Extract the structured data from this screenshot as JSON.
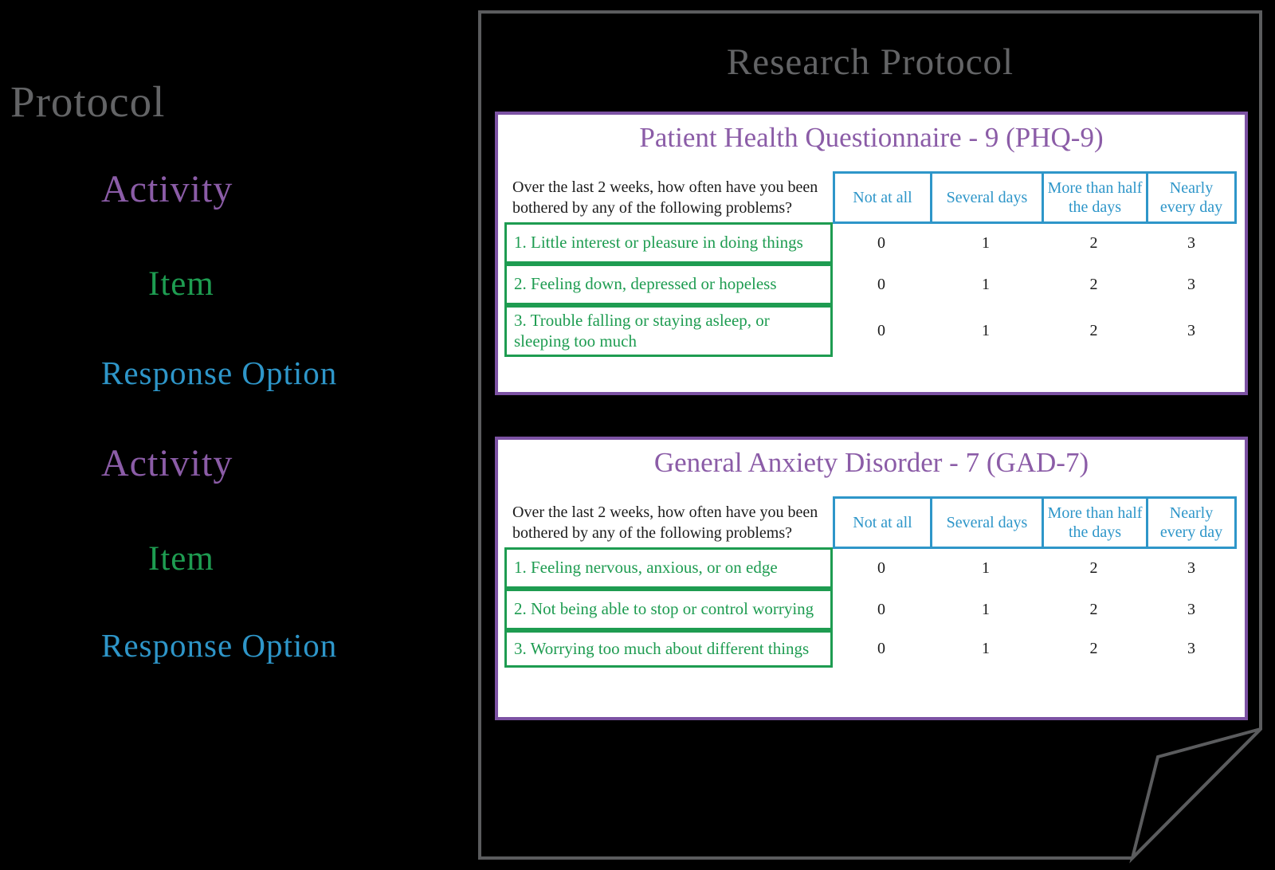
{
  "palette": {
    "background": "#000000",
    "gray": "#636466",
    "purple": "#8B5CA7",
    "purple_border": "#7C52A3",
    "green": "#1E9C51",
    "blue": "#2E96C9",
    "ink": "#1B1B1B",
    "paper": "#FFFFFF"
  },
  "hierarchy": {
    "root": "Protocol",
    "groups": [
      {
        "activity": "Activity",
        "item": "Item",
        "response_option": "Response Option"
      },
      {
        "activity": "Activity",
        "item": "Item",
        "response_option": "Response Option"
      }
    ]
  },
  "document": {
    "title": "Research Protocol",
    "questionnaires": [
      {
        "title": "Patient Health Questionnaire - 9 (PHQ-9)",
        "question": "Over the last 2 weeks, how often have you been bothered by any of the following problems?",
        "response_options": [
          "Not at all",
          "Several days",
          "More than half the days",
          "Nearly every day"
        ],
        "items": [
          "1. Little interest or pleasure in doing things",
          "2. Feeling down, depressed or hopeless",
          "3. Trouble falling or staying asleep, or sleeping too much"
        ],
        "scores": [
          [
            "0",
            "1",
            "2",
            "3"
          ],
          [
            "0",
            "1",
            "2",
            "3"
          ],
          [
            "0",
            "1",
            "2",
            "3"
          ]
        ]
      },
      {
        "title": "General Anxiety Disorder - 7 (GAD-7)",
        "question": "Over the last 2 weeks, how often have you been bothered by any of the following problems?",
        "response_options": [
          "Not at all",
          "Several days",
          "More than half the days",
          "Nearly every day"
        ],
        "items": [
          "1. Feeling nervous, anxious, or on edge",
          "2. Not being able to stop or control worrying",
          "3. Worrying too much about different things"
        ],
        "scores": [
          [
            "0",
            "1",
            "2",
            "3"
          ],
          [
            "0",
            "1",
            "2",
            "3"
          ],
          [
            "0",
            "1",
            "2",
            "3"
          ]
        ]
      }
    ]
  }
}
